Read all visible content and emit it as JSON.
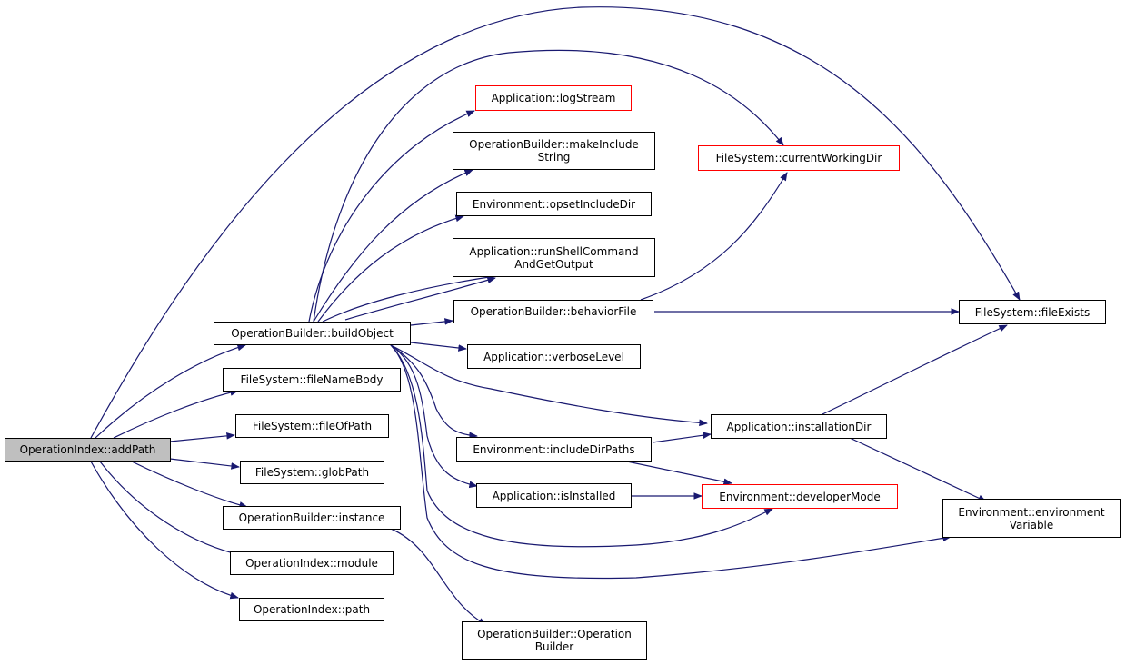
{
  "colors": {
    "edge": "#191970",
    "border": "#000000",
    "highlight_border": "#ff0000",
    "root_fill": "#bfbfbf",
    "background": "#ffffff"
  },
  "nodes": {
    "addPath": "OperationIndex::addPath",
    "buildObject": "OperationBuilder::buildObject",
    "fileNameBody": "FileSystem::fileNameBody",
    "fileOfPath": "FileSystem::fileOfPath",
    "globPath": "FileSystem::globPath",
    "instance": "OperationBuilder::instance",
    "module": "OperationIndex::module",
    "path": "OperationIndex::path",
    "logStream": "Application::logStream",
    "makeIncludeString": "OperationBuilder::makeInclude\nString",
    "opsetIncludeDir": "Environment::opsetIncludeDir",
    "runShellCommand": "Application::runShellCommand\nAndGetOutput",
    "behaviorFile": "OperationBuilder::behaviorFile",
    "verboseLevel": "Application::verboseLevel",
    "includeDirPaths": "Environment::includeDirPaths",
    "isInstalled": "Application::isInstalled",
    "operationBuilderCtor": "OperationBuilder::Operation\nBuilder",
    "currentWorkingDir": "FileSystem::currentWorkingDir",
    "fileExists": "FileSystem::fileExists",
    "installationDir": "Application::installationDir",
    "developerMode": "Environment::developerMode",
    "environmentVariable": "Environment::environment\nVariable"
  }
}
